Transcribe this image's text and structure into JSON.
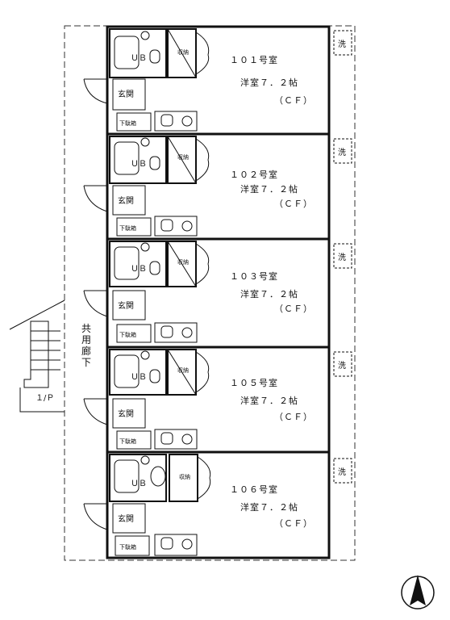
{
  "units": [
    {
      "name": "１０１号室",
      "type": "洋室７．２帖",
      "cf": "（ＣＦ）"
    },
    {
      "name": "１０２号室",
      "type": "洋室７．２帖",
      "cf": "（ＣＦ）"
    },
    {
      "name": "１０３号室",
      "type": "洋室７．２帖",
      "cf": "（ＣＦ）"
    },
    {
      "name": "１０５号室",
      "type": "洋室７．２帖",
      "cf": "（ＣＦ）"
    },
    {
      "name": "１０６号室",
      "type": "洋室７．２帖",
      "cf": "（ＣＦ）"
    }
  ],
  "labels": {
    "ub": "ＵＢ",
    "entrance": "玄関",
    "shoe_box": "下駄箱",
    "storage": "収納",
    "washer": "洗",
    "corridor": [
      "共",
      "用",
      "廊",
      "下"
    ],
    "stairs_up": "１/Ｐ"
  }
}
